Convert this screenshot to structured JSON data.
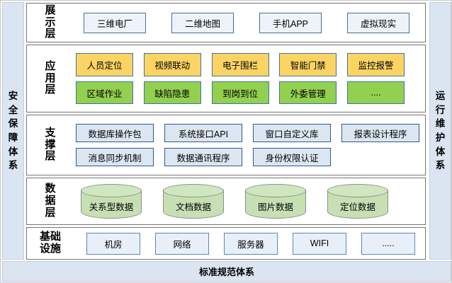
{
  "frame": {
    "left_bar_label": "安全保障体系",
    "right_bar_label": "运行维护体系",
    "bottom_bar_label": "标准规范体系"
  },
  "layers": [
    {
      "label": "展示层",
      "boxes": [
        "三维电厂",
        "二维地图",
        "手机APP",
        "虚拟现实"
      ]
    },
    {
      "label": "应用层",
      "row1": [
        "人员定位",
        "视频联动",
        "电子围栏",
        "智能门禁",
        "监控报警"
      ],
      "row2": [
        "区域作业",
        "缺陷隐患",
        "到岗到位",
        "外委管理",
        "...."
      ]
    },
    {
      "label": "支撑层",
      "row1": [
        "数据库操作包",
        "系统接口API",
        "窗口自定义库",
        "报表设计程序"
      ],
      "row2": [
        "消息同步机制",
        "数据通讯程序",
        "身份权限认证"
      ]
    },
    {
      "label": "数据层",
      "cylinders": [
        "关系型数据",
        "文档数据",
        "图片数据",
        "定位数据"
      ]
    },
    {
      "label": "基础\n设施",
      "boxes": [
        "机房",
        "网络",
        "服务器",
        "WIFI",
        "....."
      ]
    }
  ],
  "colors": {
    "panel_blue": "#dbe5f2",
    "presentation_box": "#eef3fa",
    "application_yellow": "#fbd464",
    "application_green": "#92d050",
    "support_box": "#dce6f1",
    "infrastructure_box": "#e9eff8",
    "data_cylinder": "#c6e0b4",
    "layer_border": "#767676",
    "box_border_blue": "#4472a4"
  }
}
